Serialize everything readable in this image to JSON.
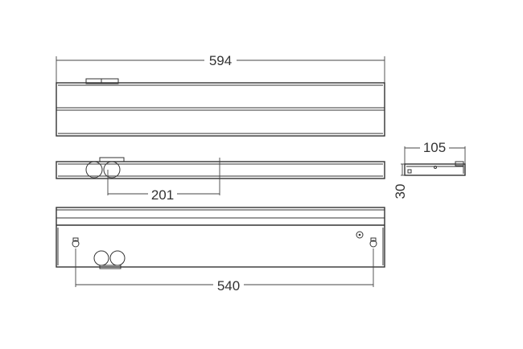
{
  "dimensions": {
    "total_length": "594",
    "mount_offset": "201",
    "mount_spacing": "540",
    "depth": "105",
    "height": "30"
  }
}
